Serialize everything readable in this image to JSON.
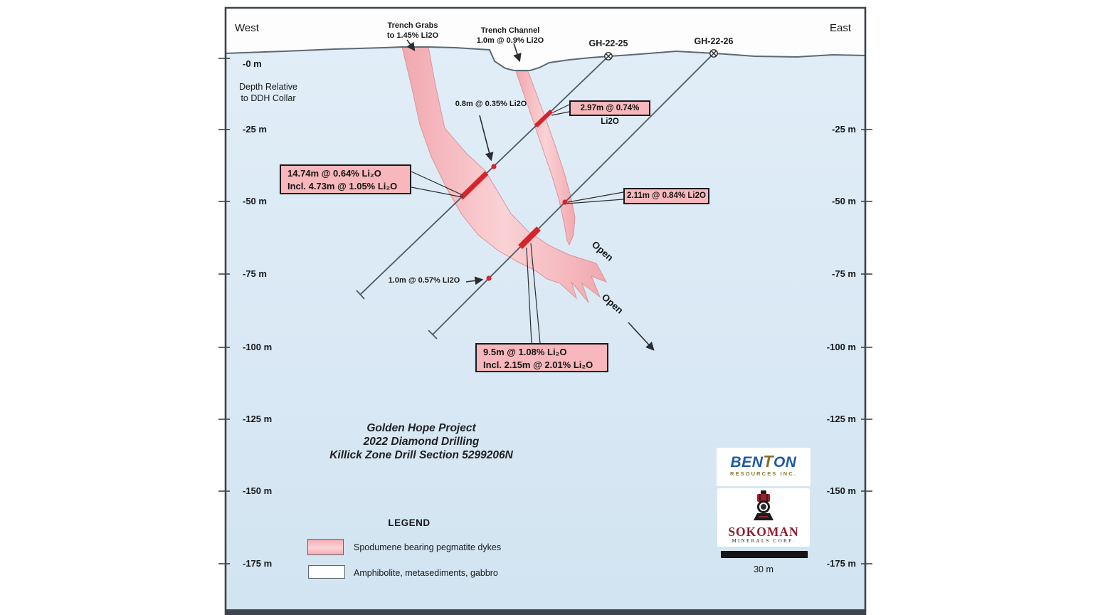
{
  "header": {
    "west": "West",
    "east": "East",
    "depth_note_line1": "Depth Relative",
    "depth_note_line2": "to DDH Collar"
  },
  "scale": {
    "left": [
      "-0 m",
      "-25 m",
      "-50 m",
      "-75 m",
      "-100 m",
      "-125 m",
      "-150 m",
      "-175 m"
    ],
    "right": [
      "-25 m",
      "-50 m",
      "-75 m",
      "-100 m",
      "-125 m",
      "-150 m",
      "-175 m"
    ]
  },
  "trench": {
    "grabs_line1": "Trench Grabs",
    "grabs_line2": "to 1.45% Li2O",
    "channel_line1": "Trench Channel",
    "channel_line2": "1.0m @ 0.9% Li2O"
  },
  "holes": {
    "h25": "GH-22-25",
    "h26": "GH-22-26"
  },
  "callouts": {
    "c14_line1": "14.74m @ 0.64% Li₂O",
    "c14_line2": "Incl. 4.73m @ 1.05% Li₂O",
    "c297": "2.97m @ 0.74% Li2O",
    "c211": "2.11m @ 0.84% Li2O",
    "c95_line1": "9.5m @ 1.08% Li₂O",
    "c95_line2": "Incl. 2.15m @ 2.01% Li₂O",
    "c08": "0.8m @ 0.35% Li2O",
    "c057": "1.0m @ 0.57% Li2O"
  },
  "annotations": {
    "open_upper": "Open",
    "open_lower": "Open"
  },
  "title": {
    "line1": "Golden Hope Project",
    "line2": "2022 Diamond Drilling",
    "line3": "Killick Zone Drill Section 5299206N"
  },
  "legend": {
    "title": "LEGEND",
    "item1": "Spodumene bearing pegmatite dykes",
    "item2": "Amphibolite, metasediments, gabbro"
  },
  "logos": {
    "benton_p1": "BEN",
    "benton_p2": "T",
    "benton_p3": "ON",
    "benton_sub": "RESOURCES INC.",
    "sokoman": "SOKOMAN",
    "sokoman_sub": "MINERALS CORP."
  },
  "scalebar": {
    "label": "30 m"
  },
  "colors": {
    "pegmatite_pink": "#f5b9bd",
    "intercept_red": "#d8232a",
    "ground_blue": "#d9e8f4",
    "benton_blue": "#1d5aa7",
    "benton_gold": "#8a6d2f",
    "sokoman_red": "#8e1b2c"
  }
}
